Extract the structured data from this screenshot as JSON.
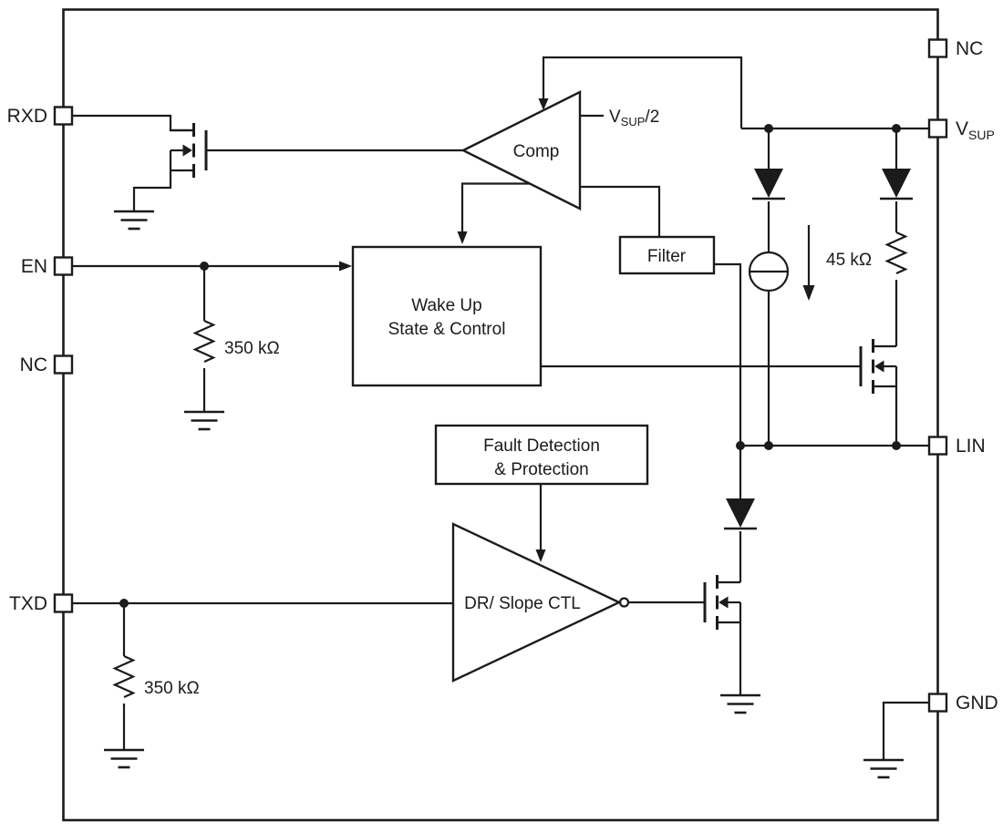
{
  "pins": {
    "rxd": "RXD",
    "en": "EN",
    "nc_left": "NC",
    "txd": "TXD",
    "nc_right": "NC",
    "vsup_main": "V",
    "vsup_sub": "SUP",
    "lin": "LIN",
    "gnd": "GND"
  },
  "blocks": {
    "comp": "Comp",
    "filter": "Filter",
    "wakeup_line1": "Wake Up",
    "wakeup_line2": "State & Control",
    "fault_line1": "Fault Detection",
    "fault_line2": "& Protection",
    "driver": "DR/ Slope CTL"
  },
  "values": {
    "en_pull": "350 kΩ",
    "txd_pull": "350 kΩ",
    "lin_pull": "45 kΩ",
    "vref_main": "V",
    "vref_sub": "SUP",
    "vref_suffix": "/2"
  },
  "colors": {
    "ink": "#1b1b1b",
    "background": "#ffffff"
  }
}
